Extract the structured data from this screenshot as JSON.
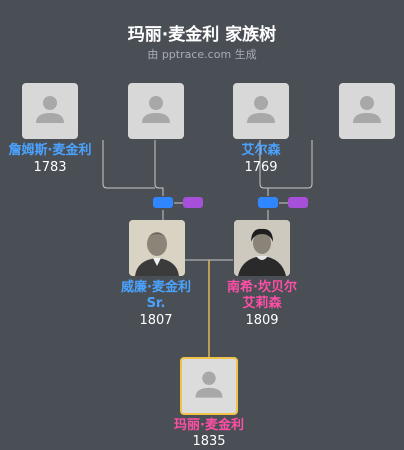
{
  "header": {
    "title": "玛丽·麦金利 家族树",
    "subtitle": "由 pptrace.com 生成"
  },
  "people": {
    "james": {
      "name": "詹姆斯·麦金利",
      "year": "1783"
    },
    "ellison": {
      "name": "艾尔森",
      "year": "1769"
    },
    "william": {
      "name_line1": "威廉·麦金利",
      "name_line2": "Sr.",
      "year": "1807"
    },
    "nancy": {
      "name_line1": "南希·坎贝尔",
      "name_line2": "艾莉森",
      "year": "1809"
    },
    "mary": {
      "name": "玛丽·麦金利",
      "year": "1835"
    }
  },
  "colors": {
    "male": "#4aa3ff",
    "female": "#ff4fa6",
    "selected_border": "#f0c24a",
    "connector": "#c9c9c9",
    "child_connector": "#e0b85a"
  }
}
